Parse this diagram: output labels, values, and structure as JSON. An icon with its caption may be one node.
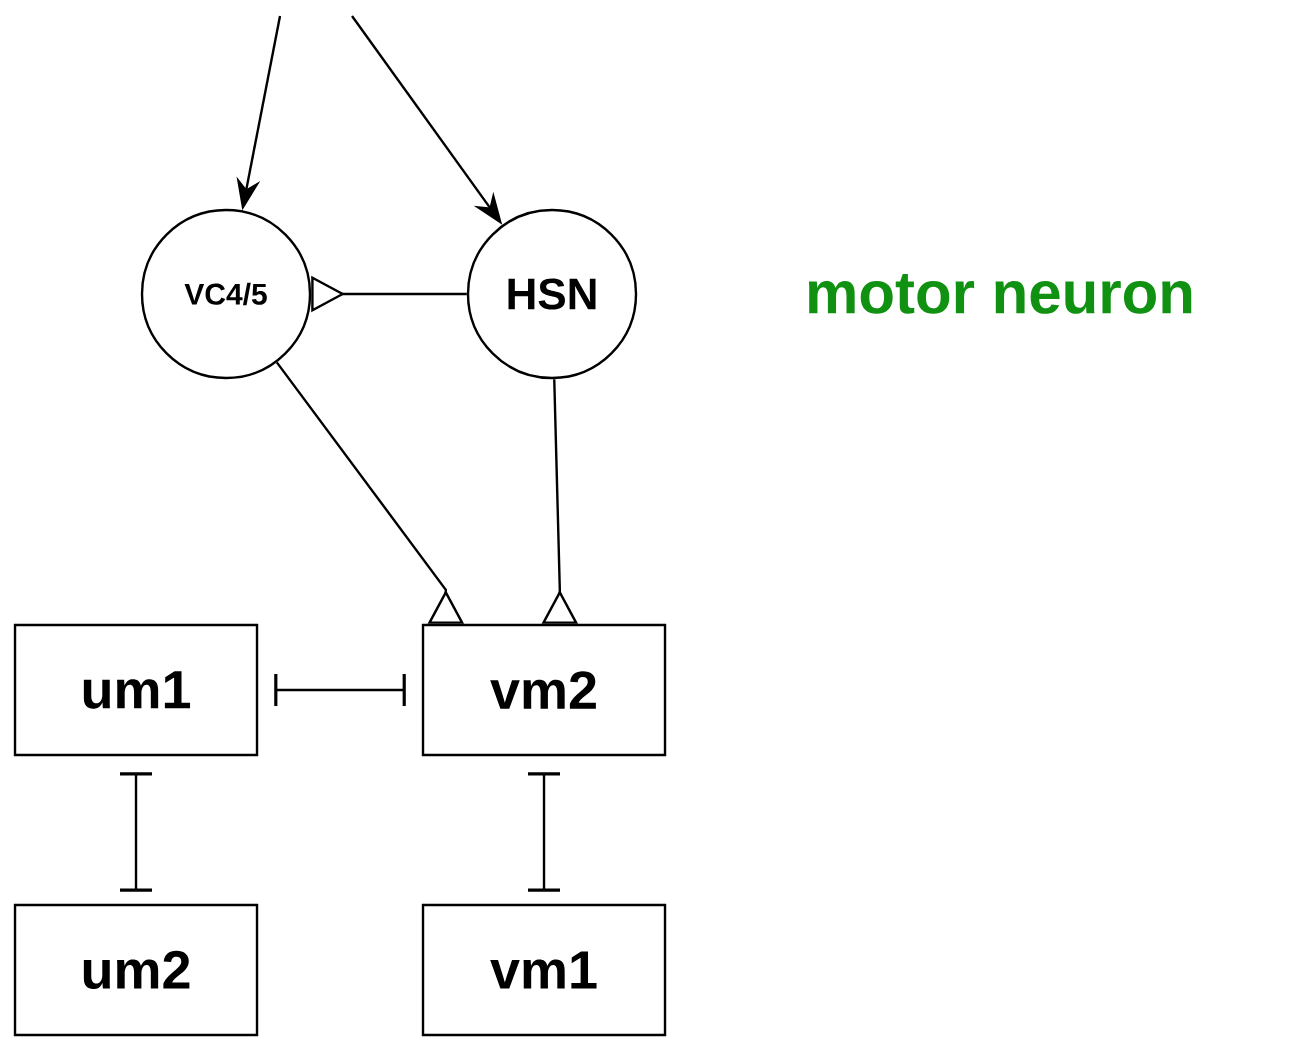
{
  "diagram": {
    "nodes": [
      {
        "text": [
          "VC4/5"
        ]
      },
      {
        "text": [
          "HSN"
        ]
      },
      {
        "text": [
          "um1"
        ]
      },
      {
        "text": [
          "vm2"
        ]
      },
      {
        "text": [
          "um2"
        ]
      },
      {
        "text": [
          "vm1"
        ]
      }
    ],
    "edges": [
      {
        "from": null,
        "to": 0,
        "arrow": "to"
      },
      {
        "from": null,
        "to": 1,
        "arrow": "to"
      },
      {
        "from": 1,
        "to": 0,
        "arrow": "other"
      },
      {
        "from": 0,
        "to": 3,
        "arrow": "other"
      },
      {
        "from": 1,
        "to": 3,
        "arrow": "other"
      },
      {
        "from": 2,
        "to": 3,
        "arrow": "other"
      },
      {
        "from": 2,
        "to": 4,
        "arrow": "other"
      },
      {
        "from": 3,
        "to": 5,
        "arrow": "other"
      }
    ],
    "labels": [
      "motor neuron"
    ]
  }
}
